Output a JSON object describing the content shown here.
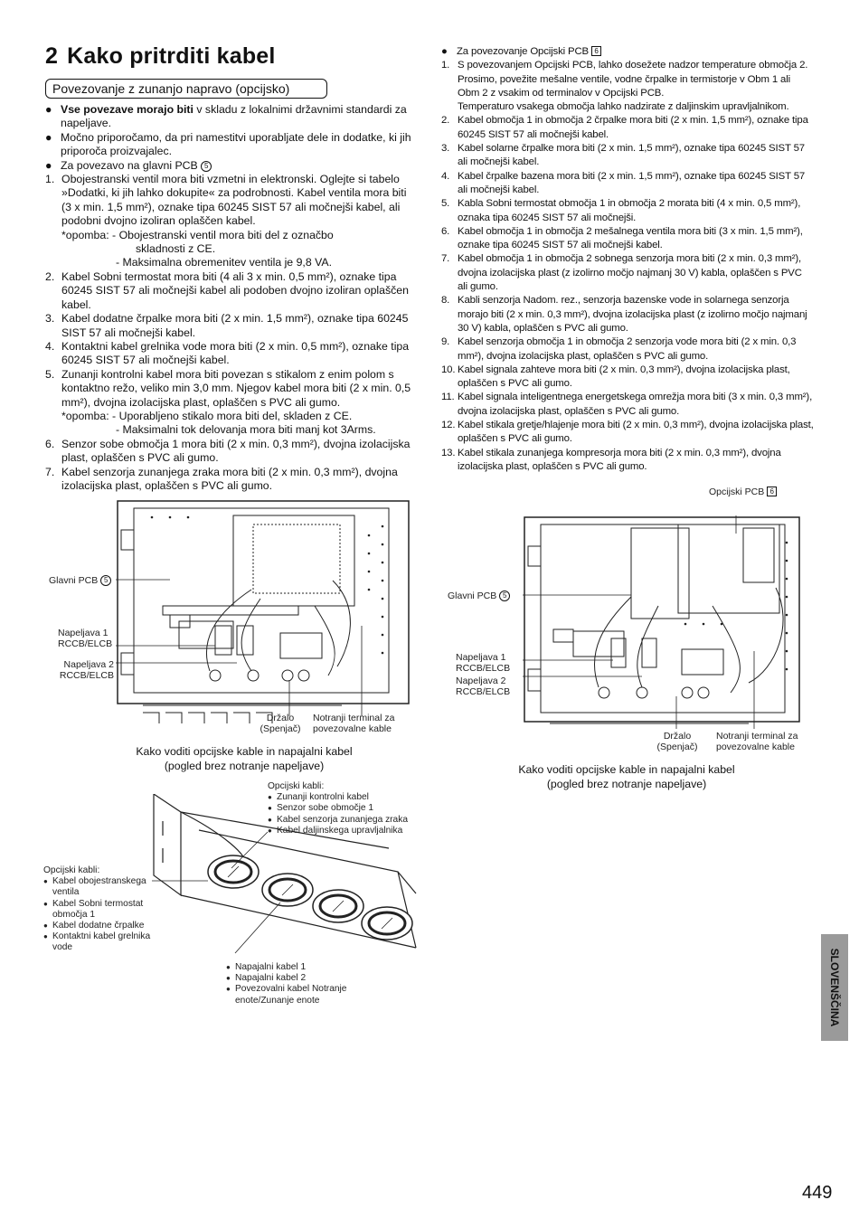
{
  "title": {
    "num": "2",
    "text": "Kako pritrditi kabel"
  },
  "section": "Povezovanje z zunanjo napravo (opcijsko)",
  "left": {
    "b1_bold": "Vse povezave morajo biti",
    "b1_rest": " v skladu z lokalnimi državnimi standardi za napeljave.",
    "b2": "Močno priporočamo, da pri namestitvi uporabljate dele in dodatke, ki jih priporoča proizvajalec.",
    "b3": "Za povezavo na glavni PCB",
    "b3_ref": "5",
    "i1": "Obojestranski ventil mora biti vzmetni in elektronski. Oglejte si tabelo »Dodatki, ki jih lahko dokupite« za podrobnosti. Kabel ventila mora biti (3 x min. 1,5 mm²), oznake tipa 60245 SIST 57 ali močnejši kabel, ali podobni dvojno izoliran oplaščen kabel.",
    "n1a": "*opomba: - Obojestranski ventil mora biti del z označbo",
    "n1b": "skladnosti z CE.",
    "n1c": "- Maksimalna obremenitev ventila je 9,8 VA.",
    "i2": "Kabel Sobni termostat mora biti (4 ali 3 x min. 0,5 mm²), oznake tipa 60245 SIST 57 ali močnejši kabel ali podoben dvojno izoliran oplaščen kabel.",
    "i3": "Kabel dodatne črpalke mora biti (2 x min. 1,5 mm²), oznake tipa 60245 SIST 57 ali močnejši kabel.",
    "i4": "Kontaktni kabel grelnika vode mora biti (2 x min. 0,5 mm²), oznake tipa 60245 SIST 57 ali močnejši kabel.",
    "i5": "Zunanji kontrolni kabel mora biti povezan s stikalom z enim polom s kontaktno režo, veliko min 3,0 mm. Njegov kabel mora biti (2 x min. 0,5 mm²), dvojna izolacijska plast, oplaščen s PVC ali gumo.",
    "n5a": "*opomba: - Uporabljeno stikalo mora biti del, skladen z CE.",
    "n5b": "- Maksimalni tok delovanja mora biti manj kot 3Arms.",
    "i6": "Senzor sobe območja 1 mora biti (2 x min. 0,3 mm²), dvojna izolacijska plast, oplaščen s PVC ali gumo.",
    "i7": "Kabel senzorja zunanjega zraka mora biti (2 x min. 0,3 mm²), dvojna izolacijska plast, oplaščen s PVC ali gumo."
  },
  "right": {
    "head": "Za povezovanje Opcijski PCB",
    "head_ref": "6",
    "i1": "S povezovanjem Opcijski PCB, lahko dosežete nadzor temperature območja 2. Prosimo, povežite mešalne ventile, vodne črpalke in termistorje v Obm 1 ali Obm 2 z vsakim od terminalov v Opcijski PCB.",
    "i1b": "Temperaturo vsakega območja lahko nadzirate z daljinskim upravljalnikom.",
    "i2": "Kabel območja 1 in območja 2 črpalke mora biti (2 x min. 1,5 mm²), oznake tipa 60245 SIST 57 ali močnejši kabel.",
    "i3": "Kabel solarne črpalke mora biti (2 x min. 1,5 mm²), oznake tipa 60245 SIST 57 ali močnejši kabel.",
    "i4": "Kabel črpalke bazena mora biti (2 x min. 1,5 mm²), oznake tipa 60245 SIST 57 ali močnejši kabel.",
    "i5": "Kabla Sobni termostat območja 1 in območja 2 morata biti (4 x min. 0,5 mm²), oznaka tipa 60245 SIST 57 ali močnejši.",
    "i6": "Kabel območja 1 in območja 2 mešalnega ventila mora biti (3 x min. 1,5 mm²), oznake tipa 60245 SIST 57 ali močnejši kabel.",
    "i7": "Kabel območja 1 in območja 2 sobnega senzorja mora biti (2 x min. 0,3 mm²), dvojna izolacijska plast (z izolirno močjo najmanj 30 V) kabla, oplaščen s PVC ali gumo.",
    "i8": "Kabli senzorja Nadom. rez., senzorja bazenske vode in solarnega senzorja morajo biti (2 x min. 0,3 mm²), dvojna izolacijska plast (z izolirno močjo najmanj 30 V) kabla, oplaščen s PVC ali gumo.",
    "i9": "Kabel senzorja območja 1 in območja 2 senzorja vode mora biti (2 x min. 0,3 mm²), dvojna izolacijska plast, oplaščen s PVC ali gumo.",
    "i10": "Kabel signala zahteve mora biti (2 x min. 0,3 mm²), dvojna izolacijska plast, oplaščen s PVC ali gumo.",
    "i11": "Kabel signala inteligentnega energetskega omrežja mora biti (3 x min. 0,3 mm²), dvojna izolacijska plast, oplaščen s PVC ali gumo.",
    "i12": "Kabel stikala gretje/hlajenje mora biti (2 x min. 0,3 mm²), dvojna izolacijska plast, oplaščen s PVC ali gumo.",
    "i13": "Kabel stikala zunanjega kompresorja mora biti (2 x min. 0,3 mm²), dvojna izolacijska plast, oplaščen s PVC ali gumo."
  },
  "diagram_left": {
    "pcb": "Glavni PCB",
    "pcb_ref": "5",
    "n1": "Napeljava 1",
    "r1": "RCCB/ELCB",
    "n2": "Napeljava 2",
    "r2": "RCCB/ELCB",
    "holder": "Držalo",
    "holder2": "(Spenjač)",
    "terminal": "Notranji terminal za",
    "terminal2": "povezovalne kable",
    "cap1": "Kako voditi opcijske kable in napajalni kabel",
    "cap2": "(pogled brez notranje napeljave)"
  },
  "diagram_right": {
    "opt": "Opcijski PCB",
    "opt_ref": "6",
    "pcb": "Glavni PCB",
    "pcb_ref": "5",
    "n1": "Napeljava 1",
    "r1": "RCCB/ELCB",
    "n2": "Napeljava 2",
    "r2": "RCCB/ELCB",
    "holder": "Držalo",
    "holder2": "(Spenjač)",
    "terminal": "Notranji terminal za",
    "terminal2": "povezovalne kable",
    "cap1": "Kako voditi opcijske kable in napajalni kabel",
    "cap2": "(pogled brez notranje napeljave)"
  },
  "bottom_diagram": {
    "top_head": "Opcijski kabli:",
    "top_items": [
      "Zunanji kontrolni kabel",
      "Senzor sobe območje 1",
      "Kabel senzorja zunanjega zraka",
      "Kabel daljinskega upravljalnika"
    ],
    "left_head": "Opcijski kabli:",
    "left_items": [
      "Kabel obojestranskega ventila",
      "Kabel Sobni termostat območja 1",
      "Kabel dodatne črpalke",
      "Kontaktni kabel grelnika vode"
    ],
    "bottom_items": [
      "Napajalni kabel 1",
      "Napajalni kabel 2",
      "Povezovalni kabel Notranje enote/Zunanje enote"
    ]
  },
  "lang": "SLOVENŠČINA",
  "page": "449"
}
